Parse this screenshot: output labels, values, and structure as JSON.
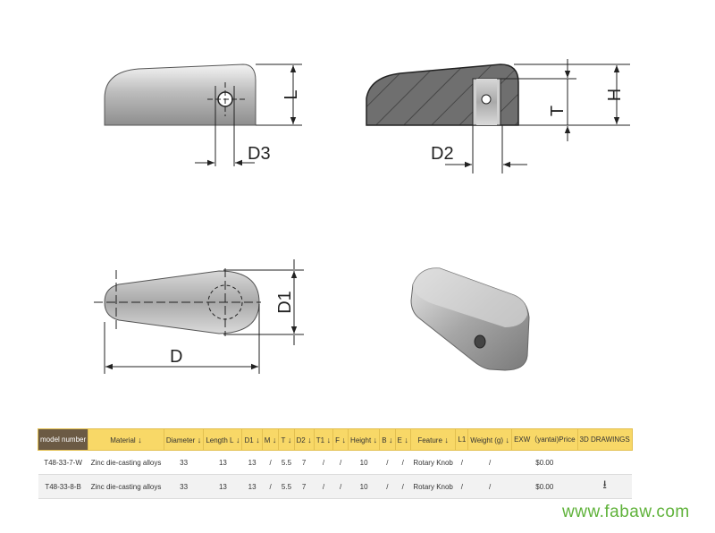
{
  "drawings": {
    "label_L": "L",
    "label_D3": "D3",
    "label_D2": "D2",
    "label_T": "T",
    "label_H": "H",
    "label_D1": "D1",
    "label_D": "D"
  },
  "table": {
    "headers": [
      {
        "label": "model number",
        "sortable": false
      },
      {
        "label": "Material",
        "sortable": true
      },
      {
        "label": "Diameter",
        "sortable": true
      },
      {
        "label": "Length L",
        "sortable": true
      },
      {
        "label": "D1",
        "sortable": true
      },
      {
        "label": "M",
        "sortable": true
      },
      {
        "label": "T",
        "sortable": true
      },
      {
        "label": "D2",
        "sortable": true
      },
      {
        "label": "T1",
        "sortable": true
      },
      {
        "label": "F",
        "sortable": true
      },
      {
        "label": "Height",
        "sortable": true
      },
      {
        "label": "B",
        "sortable": true
      },
      {
        "label": "E",
        "sortable": true
      },
      {
        "label": "Feature",
        "sortable": true
      },
      {
        "label": "L1",
        "sortable": false
      },
      {
        "label": "Weight (g)",
        "sortable": true
      },
      {
        "label": "EXW（yantai)Price",
        "sortable": false
      },
      {
        "label": "3D DRAWINGS",
        "sortable": false
      }
    ],
    "rows": [
      {
        "cells": [
          "T48-33-7-W",
          "Zinc die-casting alloys",
          "33",
          "13",
          "13",
          "/",
          "5.5",
          "7",
          "/",
          "/",
          "10",
          "/",
          "/",
          "Rotary Knob",
          "/",
          "/",
          "$0.00",
          ""
        ],
        "download": false
      },
      {
        "cells": [
          "T48-33-8-B",
          "Zinc die-casting alloys",
          "33",
          "13",
          "13",
          "/",
          "5.5",
          "7",
          "/",
          "/",
          "10",
          "/",
          "/",
          "Rotary Knob",
          "/",
          "/",
          "$0.00",
          ""
        ],
        "download": true
      }
    ],
    "download_icon": "download-icon"
  },
  "website": "www.fabaw.com"
}
